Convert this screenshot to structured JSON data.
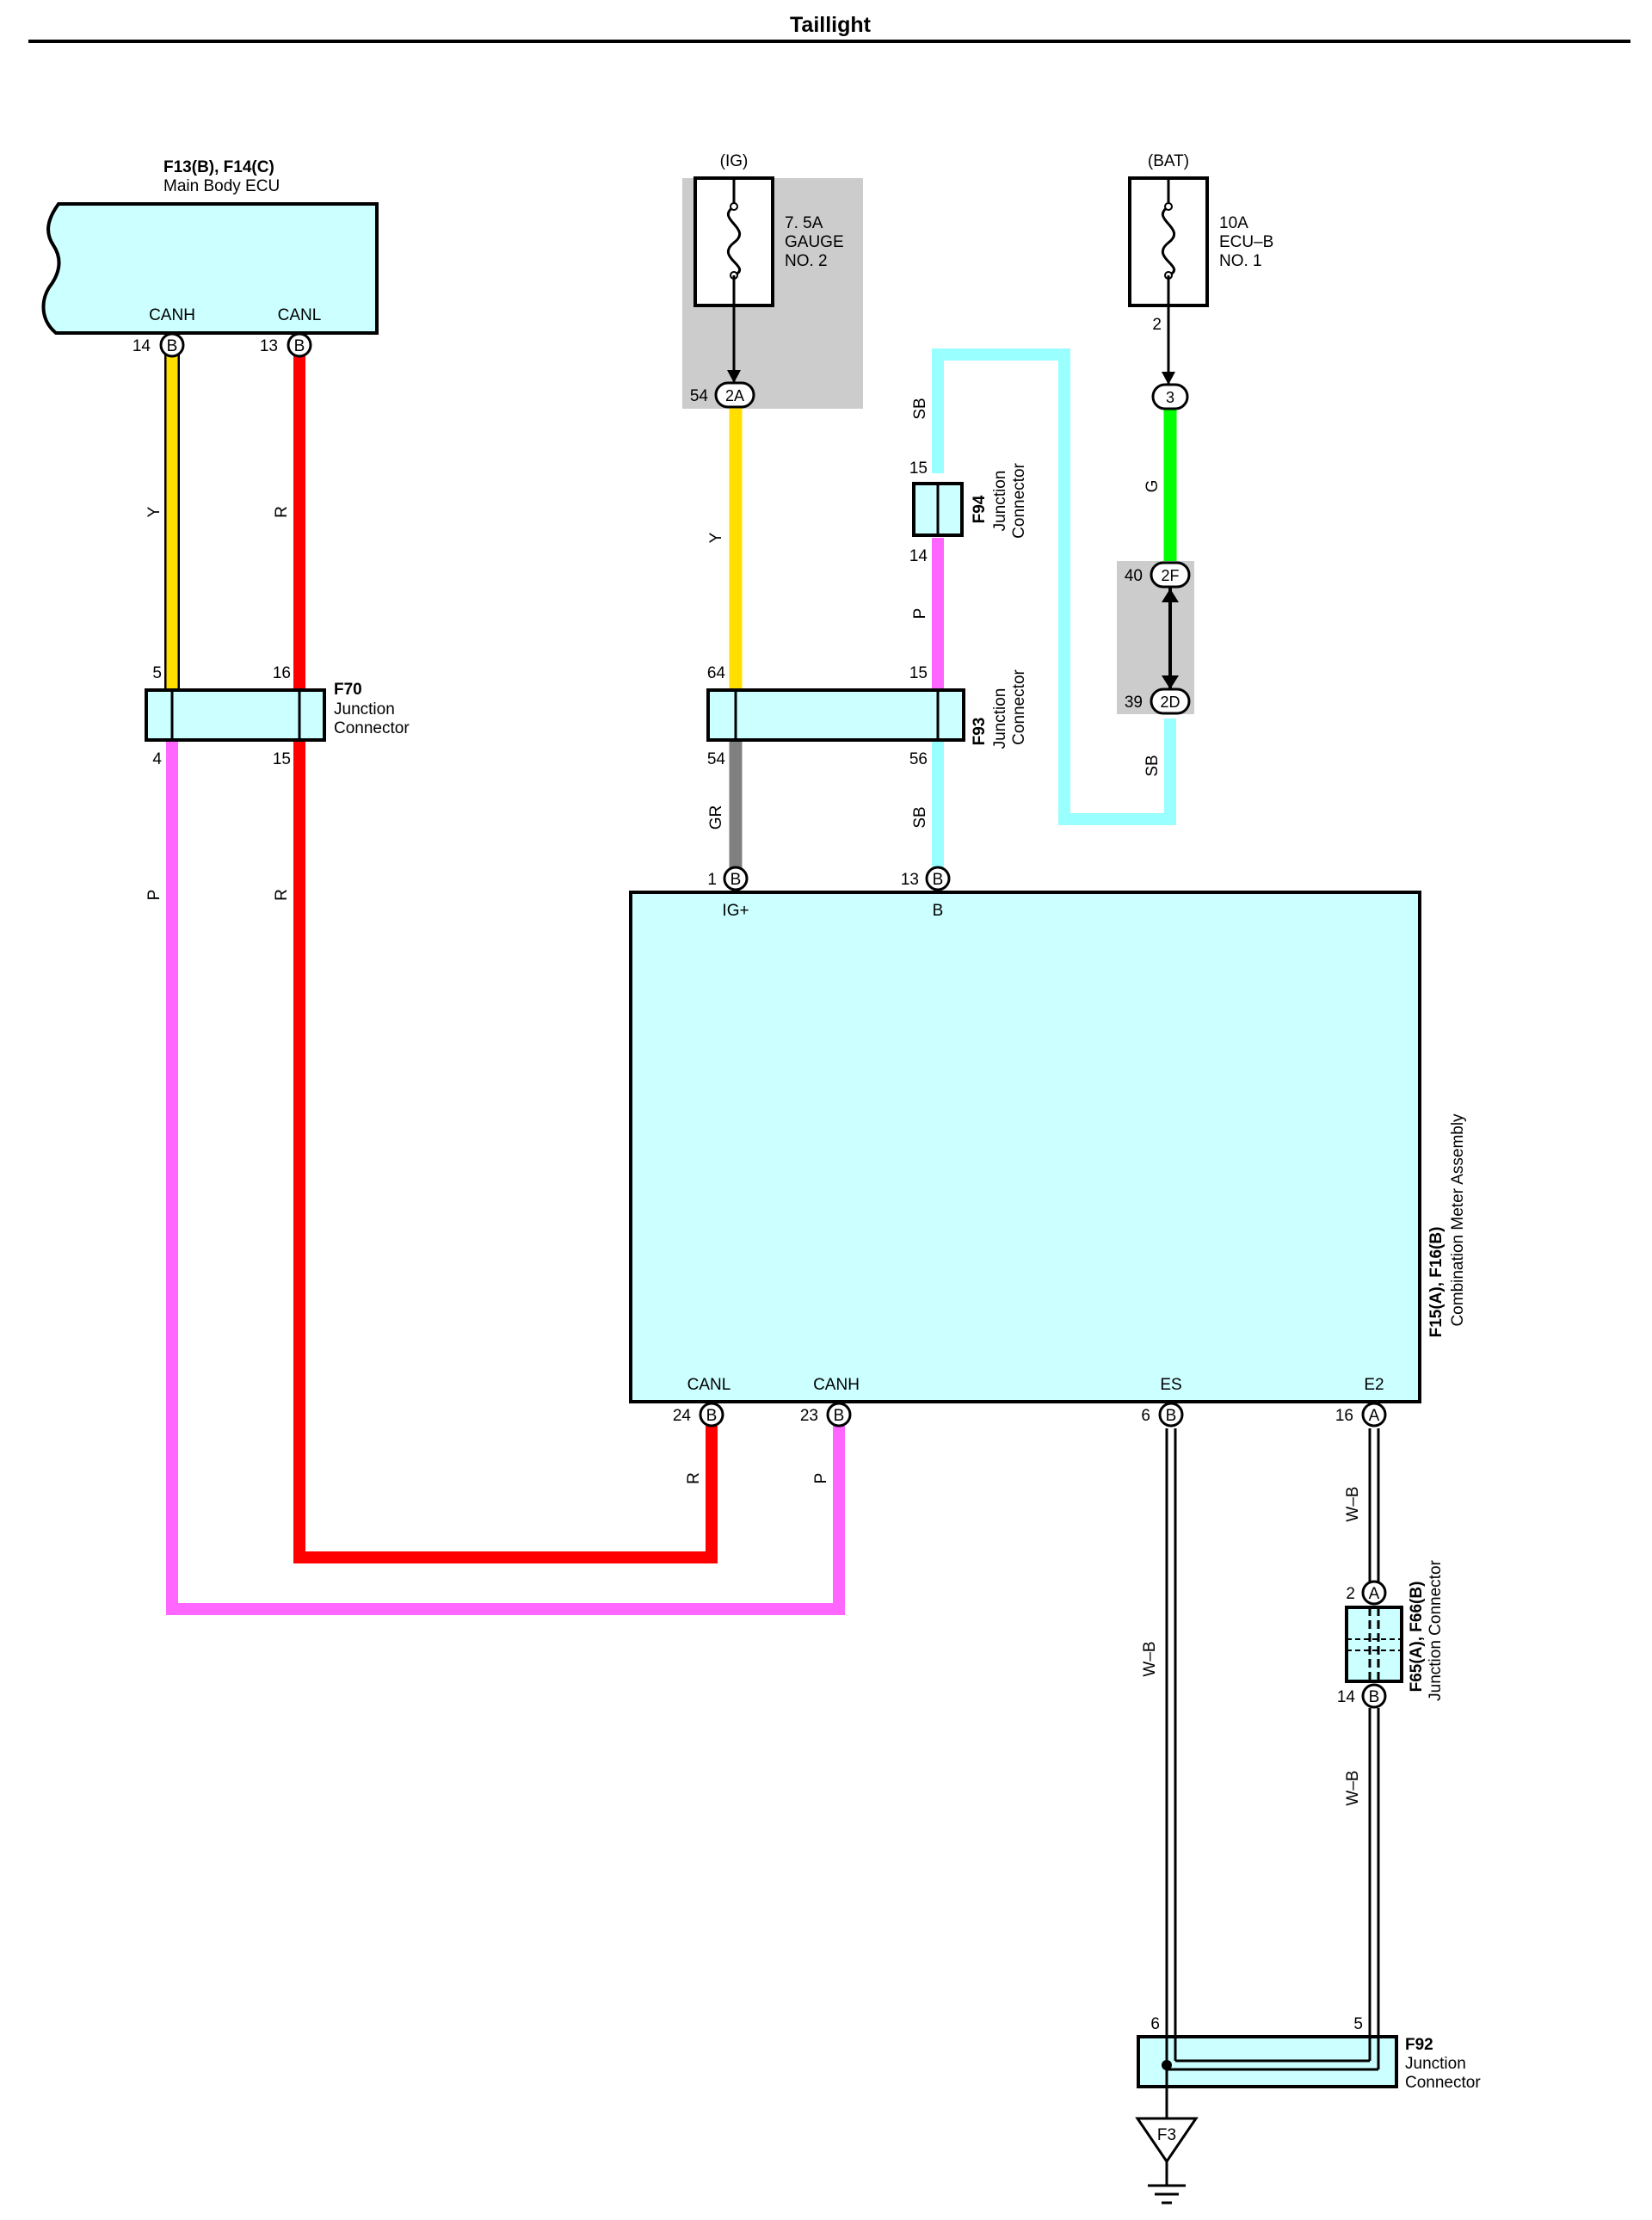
{
  "title": "Taillight",
  "colors": {
    "body": "#ccffff",
    "Y": "#ffde00",
    "R": "#ff0000",
    "P": "#ff66ff",
    "SB": "#99ffff",
    "G": "#00ff00",
    "GR": "#808080",
    "shade": "#cccccc"
  },
  "components": {
    "main_body_ecu": {
      "codes": "F13(B), F14(C)",
      "name": "Main Body ECU",
      "pin_canh": "CANH",
      "pin_canl": "CANL"
    },
    "combination_meter": {
      "codes": "F15(A), F16(B)",
      "name": "Combination Meter Assembly",
      "pin_ig": "IG+",
      "pin_b": "B",
      "pin_canl": "CANL",
      "pin_canh": "CANH",
      "pin_es": "ES",
      "pin_e2": "E2"
    },
    "fuse_gauge": {
      "source": "(IG)",
      "line1": "7. 5A",
      "line2": "GAUGE",
      "line3": "NO. 2"
    },
    "fuse_ecub": {
      "source": "(BAT)",
      "line1": "10A",
      "line2": "ECU–B",
      "line3": "NO. 1"
    },
    "f70": {
      "code": "F70",
      "line1": "Junction",
      "line2": "Connector"
    },
    "f93": {
      "code": "F93",
      "line1": "Junction",
      "line2": "Connector"
    },
    "f94": {
      "code": "F94",
      "line1": "Junction",
      "line2": "Connector"
    },
    "f92": {
      "code": "F92",
      "line1": "Junction",
      "line2": "Connector"
    },
    "f65": {
      "code": "F65(A), F66(B)",
      "name": "Junction Connector"
    },
    "ground": "F3"
  },
  "pins": {
    "ecu_canh": "14",
    "ecu_canh_conn": "B",
    "ecu_canl": "13",
    "ecu_canl_conn": "B",
    "gauge_out": "54",
    "gauge_out_conn": "2A",
    "ecub_fuse": "2",
    "ecub_out_conn": "3",
    "jb_2f": "40",
    "jb_2f_conn": "2F",
    "jb_2d": "39",
    "jb_2d_conn": "2D",
    "f94_top": "15",
    "f94_bot": "14",
    "f70_in_y": "5",
    "f70_in_r": "16",
    "f70_out_p": "4",
    "f70_out_r": "15",
    "f93_in_y": "64",
    "f93_in_p": "15",
    "f93_out_gr": "54",
    "f93_out_sb": "56",
    "meter_ig": "1",
    "meter_ig_conn": "B",
    "meter_b": "13",
    "meter_b_conn": "B",
    "meter_canl": "24",
    "meter_canl_conn": "B",
    "meter_canh": "23",
    "meter_canh_conn": "B",
    "meter_es": "6",
    "meter_es_conn": "B",
    "meter_e2": "16",
    "meter_e2_conn": "A",
    "f65_in": "2",
    "f65_in_conn": "A",
    "f66_out": "14",
    "f66_out_conn": "B",
    "f92_es": "6",
    "f92_e2": "5"
  },
  "wires": {
    "ecu_y": "Y",
    "ecu_r": "R",
    "gauge_y": "Y",
    "sb_top": "SB",
    "f94_p": "P",
    "ecub_g": "G",
    "jb_sb": "SB",
    "f70_p": "P",
    "f70_r": "R",
    "f93_gr": "GR",
    "f93_sb": "SB",
    "meter_r": "R",
    "meter_p": "P",
    "es_wb": "W–B",
    "e2_wb": "W–B",
    "f66_wb": "W–B"
  }
}
